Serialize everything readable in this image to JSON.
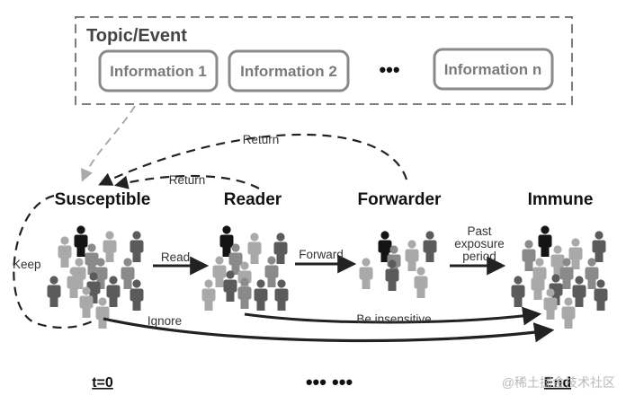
{
  "topic_box": {
    "title": "Topic/Event",
    "items": [
      "Information 1",
      "Information 2",
      "Information n"
    ],
    "ellipsis": "•••"
  },
  "states": {
    "susceptible": "Susceptible",
    "reader": "Reader",
    "forwarder": "Forwarder",
    "immune": "Immune"
  },
  "transitions": {
    "read": "Read",
    "forward": "Forward",
    "past_exposure": [
      "Past",
      "exposure",
      "period"
    ],
    "keep": "Keep",
    "ignore": "Ignore",
    "be_insensitive": "Be insensitive",
    "return_top": "Return",
    "return_bottom": "Return"
  },
  "timeline": {
    "start": "t=0",
    "ellipsis": "••• •••",
    "end": "End"
  },
  "watermark": "@稀土掘金技术社区",
  "colors": {
    "person_black": "#141414",
    "person_dark": "#5b5b5b",
    "person_mid": "#8a8a8a",
    "person_light": "#a9a9a9",
    "topic_border": "#7d7d7d",
    "arrow": "#333333"
  }
}
